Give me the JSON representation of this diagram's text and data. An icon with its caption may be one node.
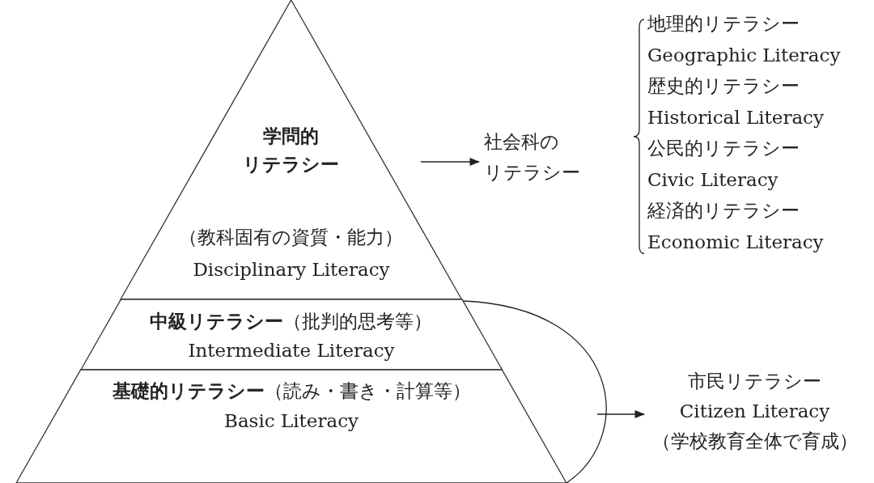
{
  "diagram": {
    "nodes": [
      {
        "text": [
          "**学問的**",
          "**リテラシー**",
          "（教科固有の資質・能力）",
          "Disciplinary Literacy"
        ]
      },
      {
        "text": [
          "**中級リテラシー**（批判的思考等）",
          "Intermediate Literacy"
        ]
      },
      {
        "text": [
          "**基礎的リテラシー**（読み・書き・計算等）",
          "Basic Literacy"
        ]
      },
      {
        "text": [
          "社会科の",
          "リテラシー"
        ]
      },
      {
        "text": [
          "市民リテラシー",
          "Citizen Literacy",
          "（学校教育全体で育成）"
        ]
      }
    ],
    "edges": [
      {
        "from": 0,
        "to": 3,
        "arrow": "to"
      },
      {
        "from": null,
        "to": 4,
        "arrow": "to"
      }
    ],
    "labels": [
      "地理的リテラシー",
      "Geographic Literacy",
      "歴史的リテラシー",
      "Historical Literacy",
      "公民的リテラシー",
      "Civic Literacy",
      "経済的リテラシー",
      "Economic Literacy"
    ]
  }
}
